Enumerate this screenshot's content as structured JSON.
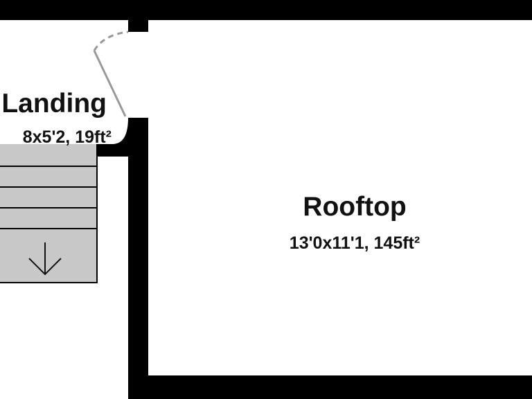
{
  "rooms": [
    {
      "name": "Landing",
      "dimensions": "8x5'2, 19ft²",
      "fill": "#ffffff"
    },
    {
      "name": "Rooftop",
      "dimensions": "13'0x11'1, 145ft²",
      "fill": "#ffffff"
    }
  ],
  "stairs": {
    "direction": "down",
    "fill": "#c8c8c8",
    "icon": "arrow-down-icon"
  },
  "door": {
    "style": "dashed-swing"
  },
  "colors": {
    "wall": "#000000",
    "floor": "#ffffff",
    "stairs": "#c8c8c8",
    "text": "#111111",
    "door": "#999999"
  }
}
